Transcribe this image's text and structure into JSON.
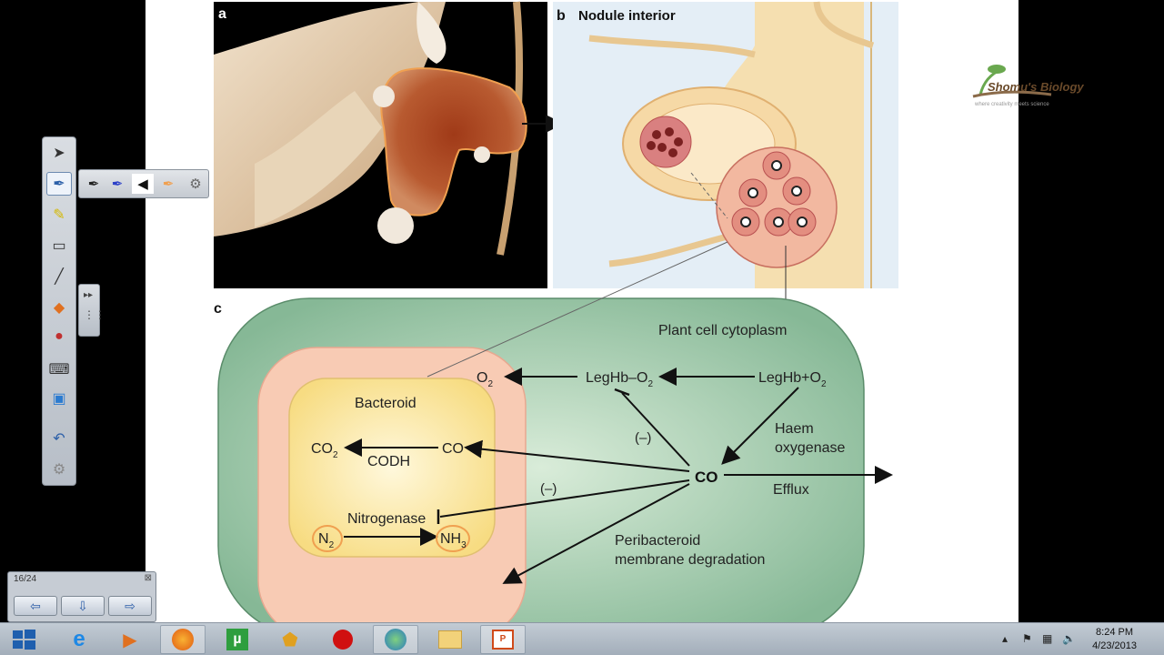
{
  "slide": {
    "panel_a_label": "a",
    "panel_b_label": "b",
    "panel_b_title": "Nodule interior",
    "panel_c_label": "c",
    "co_arrow_label": "CO",
    "plant_cytoplasm": "Plant cell cytoplasm",
    "o2_label": "O",
    "o2_sub": "2",
    "leghb_o2": "LegHb–O",
    "leghb_o2_sub": "2",
    "leghb_plus_o2": "LegHb+O",
    "leghb_plus_o2_sub": "2",
    "bacteroid": "Bacteroid",
    "co2": "CO",
    "co2_sub": "2",
    "co_inner": "CO",
    "codh": "CODH",
    "co_center": "CO",
    "inhibit1": "(–)",
    "inhibit2": "(–)",
    "haem1": "Haem",
    "haem2": "oxygenase",
    "efflux": "Efflux",
    "nitrogenase": "Nitrogenase",
    "n2": "N",
    "n2_sub": "2",
    "nh3": "NH",
    "nh3_sub": "3",
    "peri1": "Peribacteroid",
    "peri2": "membrane degradation"
  },
  "logo": {
    "text": "Shomu's Biology",
    "tagline": "where creativity meets science"
  },
  "page_nav": {
    "counter": "16/24"
  },
  "clock": {
    "time": "8:24 PM",
    "date": "4/23/2013"
  },
  "colors": {
    "green_cell": "#8fbf9a",
    "pink_membrane": "#f8cbb4",
    "bacteroid_yellow": "#fbe6a0",
    "orange_highlight": "#f0a050"
  }
}
